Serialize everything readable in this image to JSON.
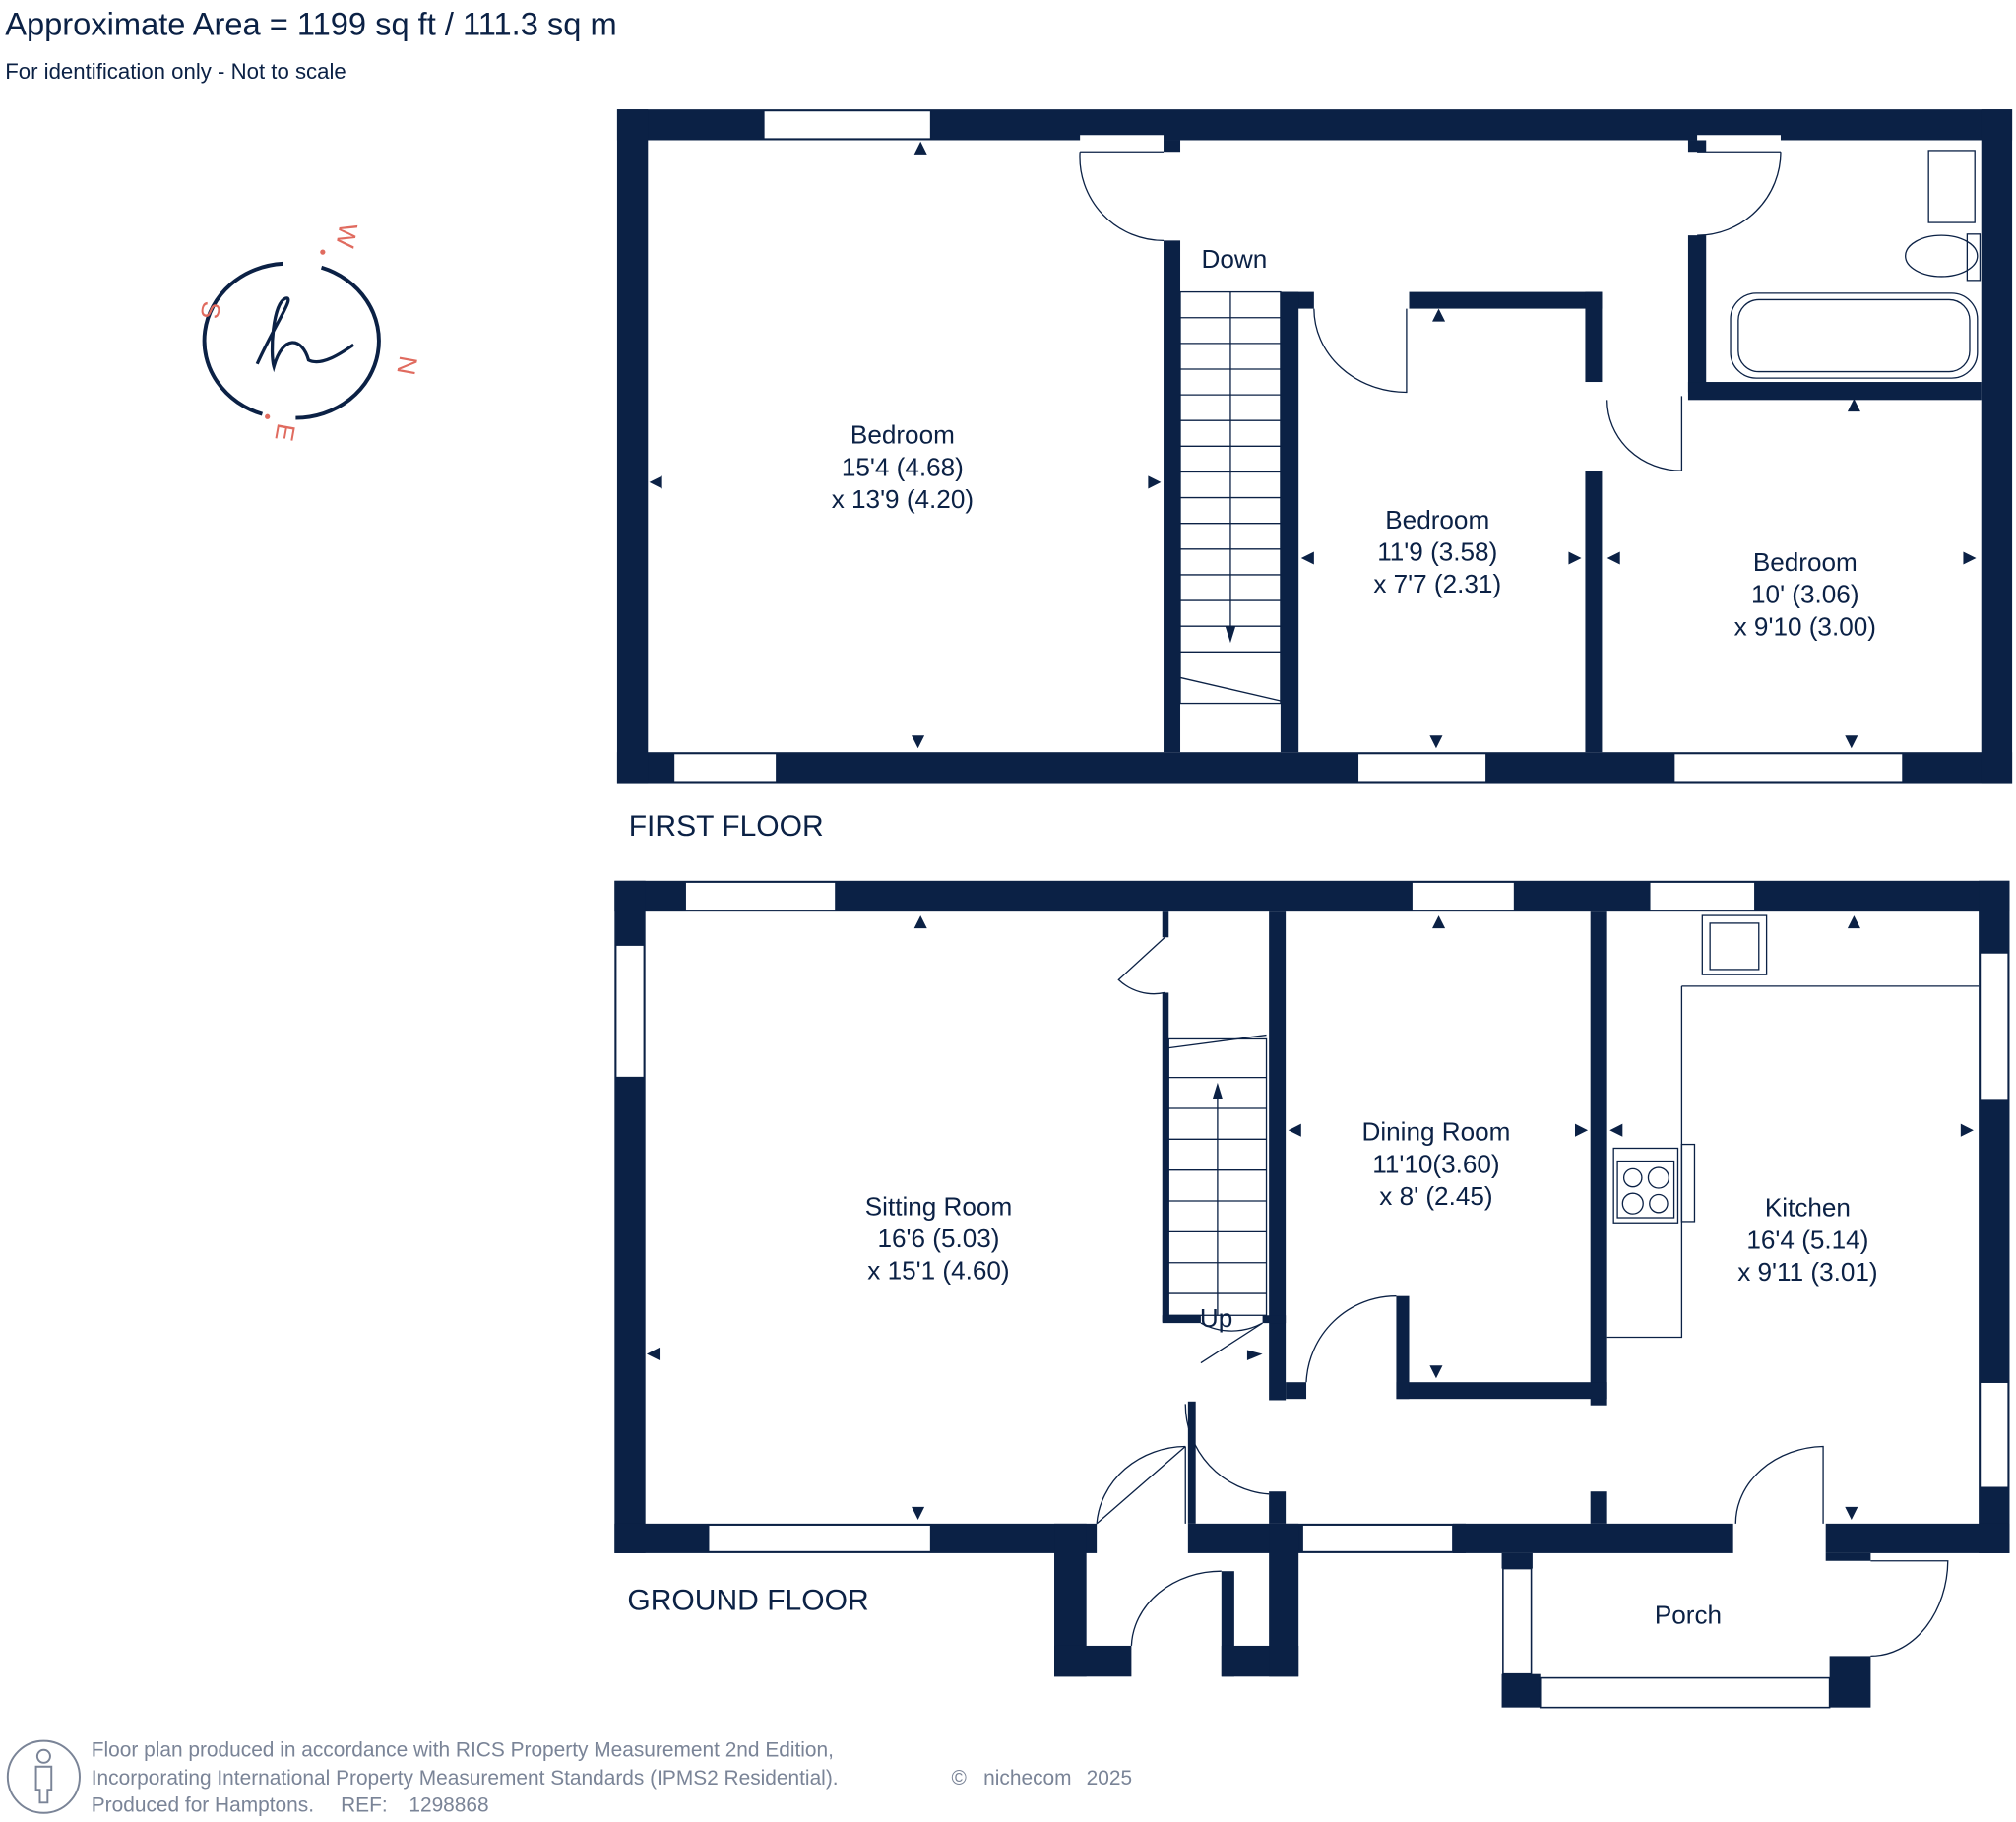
{
  "header": {
    "title": "Approximate Area = 1199 sq ft / 111.3 sq m",
    "subtitle": "For identification only - Not to scale"
  },
  "compass": {
    "n": "N",
    "s": "S",
    "e": "E",
    "w": "W"
  },
  "first_floor": {
    "label": "FIRST FLOOR",
    "stairs_label": "Down",
    "rooms": [
      {
        "name": "Bedroom",
        "dim1": "15'4 (4.68)",
        "dim2": "x 13'9 (4.20)"
      },
      {
        "name": "Bedroom",
        "dim1": "11'9 (3.58)",
        "dim2": "x 7'7 (2.31)"
      },
      {
        "name": "Bedroom",
        "dim1": "10' (3.06)",
        "dim2": "x 9'10 (3.00)"
      }
    ]
  },
  "ground_floor": {
    "label": "GROUND FLOOR",
    "stairs_label": "Up",
    "rooms": [
      {
        "name": "Sitting Room",
        "dim1": "16'6 (5.03)",
        "dim2": "x 15'1 (4.60)"
      },
      {
        "name": "Dining Room",
        "dim1": "11'10(3.60)",
        "dim2": "x 8' (2.45)"
      },
      {
        "name": "Kitchen",
        "dim1": "16'4 (5.14)",
        "dim2": "x 9'11 (3.01)"
      },
      {
        "name": "Porch"
      }
    ]
  },
  "footer": {
    "line1": "Floor plan produced in accordance with RICS Property Measurement 2nd Edition,",
    "line2": "Incorporating International Property Measurement Standards (IPMS2 Residential).",
    "copyright": "©",
    "brand": "nichecom",
    "year": "2025",
    "line3": "Produced for Hamptons.",
    "ref_label": "REF:",
    "ref": "1298868"
  },
  "colors": {
    "wall": "#0b2145",
    "compass": "#e06b5f",
    "footer_text": "#7a8497"
  }
}
